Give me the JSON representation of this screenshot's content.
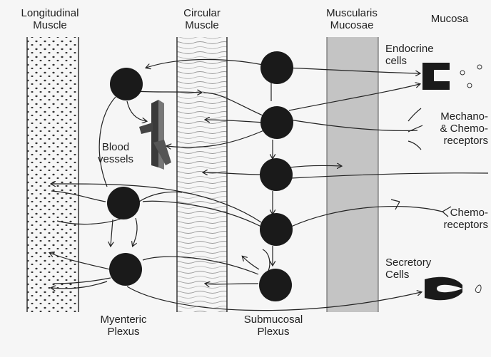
{
  "layers": {
    "longitudinal": "Longitudinal\nMuscle",
    "circular": "Circular\nMuscle",
    "muscularis": "Muscularis\nMucosae",
    "mucosa": "Mucosa"
  },
  "labels": {
    "endocrine": "Endocrine\ncells",
    "mechano": "Mechano-\n& Chemo-\nreceptors",
    "chemo": "Chemo-\nreceptors",
    "secretory": "Secretory\nCells",
    "blood": "Blood\nvessels",
    "myenteric": "Myenteric\nPlexus",
    "submucosal": "Submucosal\nPlexus"
  },
  "colors": {
    "neuron": "#1a1a1a",
    "line": "#222222",
    "muscularis": "#c4c4c4",
    "background": "#f6f6f6"
  }
}
